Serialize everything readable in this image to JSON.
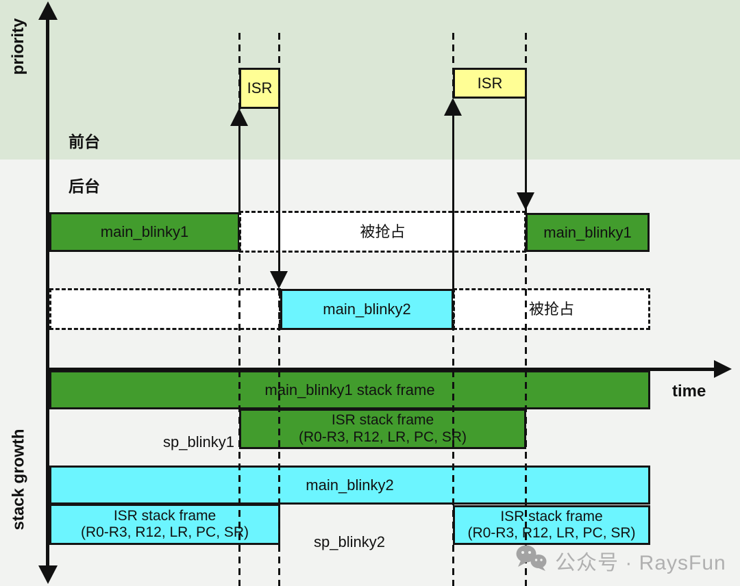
{
  "axes": {
    "priority": "priority",
    "time": "time",
    "stack_growth": "stack growth"
  },
  "bands": {
    "foreground": "前台",
    "background": "后台"
  },
  "timeline": {
    "isr1": "ISR",
    "isr2": "ISR",
    "row1": {
      "running_before": "main_blinky1",
      "preempted": "被抢占",
      "running_after": "main_blinky1"
    },
    "row2": {
      "running": "main_blinky2",
      "preempted": "被抢占"
    }
  },
  "stack": {
    "mb1_frame": "main_blinky1 stack frame",
    "isr_frame_title": "ISR stack frame",
    "isr_frame_regs": "(R0-R3, R12, LR, PC, SR)",
    "sp_blinky1": "sp_blinky1",
    "mb2_frame": "main_blinky2",
    "sp_blinky2": "sp_blinky2"
  },
  "watermark": {
    "text": "公众号 · RaysFun"
  },
  "colors": {
    "task1_green": "#429C2D",
    "task2_cyan": "#6CF5FF",
    "isr_yellow": "#FFFE95",
    "foreground_band": "#DBE7D6",
    "background_band": "#F2F3F1",
    "line": "#111111",
    "watermark_gray": "#B0B0B0"
  }
}
